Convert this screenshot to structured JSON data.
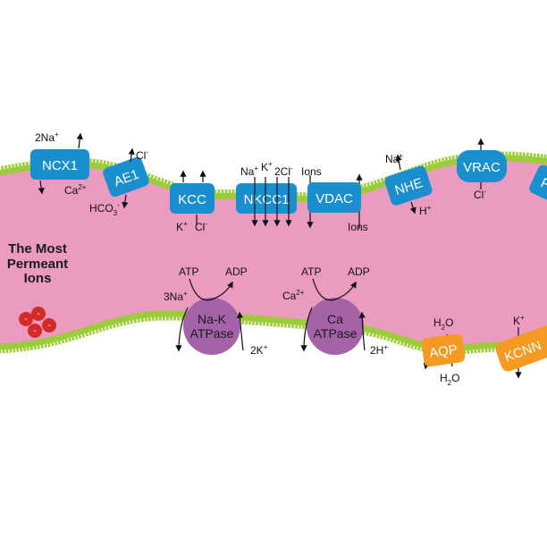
{
  "colors": {
    "cytoplasm": "#ec9bc0",
    "membrane": "#9ccc3c",
    "channel_blue": "#1a8fd0",
    "channel_orange": "#f49a22",
    "pump_purple": "#a463a8",
    "ion_red": "#d42a2a"
  },
  "legend": {
    "title_line1": "The Most",
    "title_line2": "Permeant",
    "title_line3": "Ions"
  },
  "transporters": {
    "ncx1": "NCX1",
    "ae1": "AE1",
    "kcc": "KCC",
    "nkcc1": "NKCC1",
    "vdac": "VDAC",
    "nhe": "NHE",
    "vrac": "VRAC",
    "p_partial": "P",
    "aqp": "AQP",
    "kcnn_partial": "KCNN"
  },
  "pumps": {
    "nak_line1": "Na-K",
    "nak_line2": "ATPase",
    "ca_line1": "Ca",
    "ca_line2": "ATPase"
  },
  "ions": {
    "ncx1_in_base": "2Na",
    "ncx1_in_sup": "+",
    "ncx1_out_base": "Ca",
    "ncx1_out_sup": "2+",
    "ae1_cl_base": "Cl",
    "ae1_cl_sup": "-",
    "ae1_hco3_base": "HCO",
    "ae1_hco3_sub": "3",
    "ae1_hco3_sup": "-",
    "kcc_k_base": "K",
    "kcc_k_sup": "+",
    "kcc_cl_base": "Cl",
    "kcc_cl_sup": "-",
    "nkcc_na_base": "Na",
    "nkcc_na_sup": "+",
    "nkcc_k_base": "K",
    "nkcc_k_sup": "+",
    "nkcc_cl_base": "2Cl",
    "nkcc_cl_sup": "-",
    "vdac_top": "Ions",
    "vdac_bottom": "Ions",
    "nhe_na_base": "Na",
    "nhe_na_sup": "+",
    "nhe_h_base": "H",
    "nhe_h_sup": "+",
    "vrac_cl_base": "Cl",
    "vrac_cl_sup": "-",
    "nak_atp": "ATP",
    "nak_adp": "ADP",
    "nak_na_base": "3Na",
    "nak_na_sup": "+",
    "nak_k_base": "2K",
    "nak_k_sup": "+",
    "ca_atp": "ATP",
    "ca_adp": "ADP",
    "ca_ca_base": "Ca",
    "ca_ca_sup": "2+",
    "ca_h_base": "2H",
    "ca_h_sup": "+",
    "aqp_top_base": "H",
    "aqp_top_sub": "2",
    "aqp_top_tail": "O",
    "aqp_bottom_base": "H",
    "aqp_bottom_sub": "2",
    "aqp_bottom_tail": "O",
    "kcnn_k_base": "K",
    "kcnn_k_sup": "+"
  },
  "legend_ions": {
    "sign_1": "-",
    "sign_2": "-",
    "sign_3": "-",
    "sign_4": "-"
  }
}
